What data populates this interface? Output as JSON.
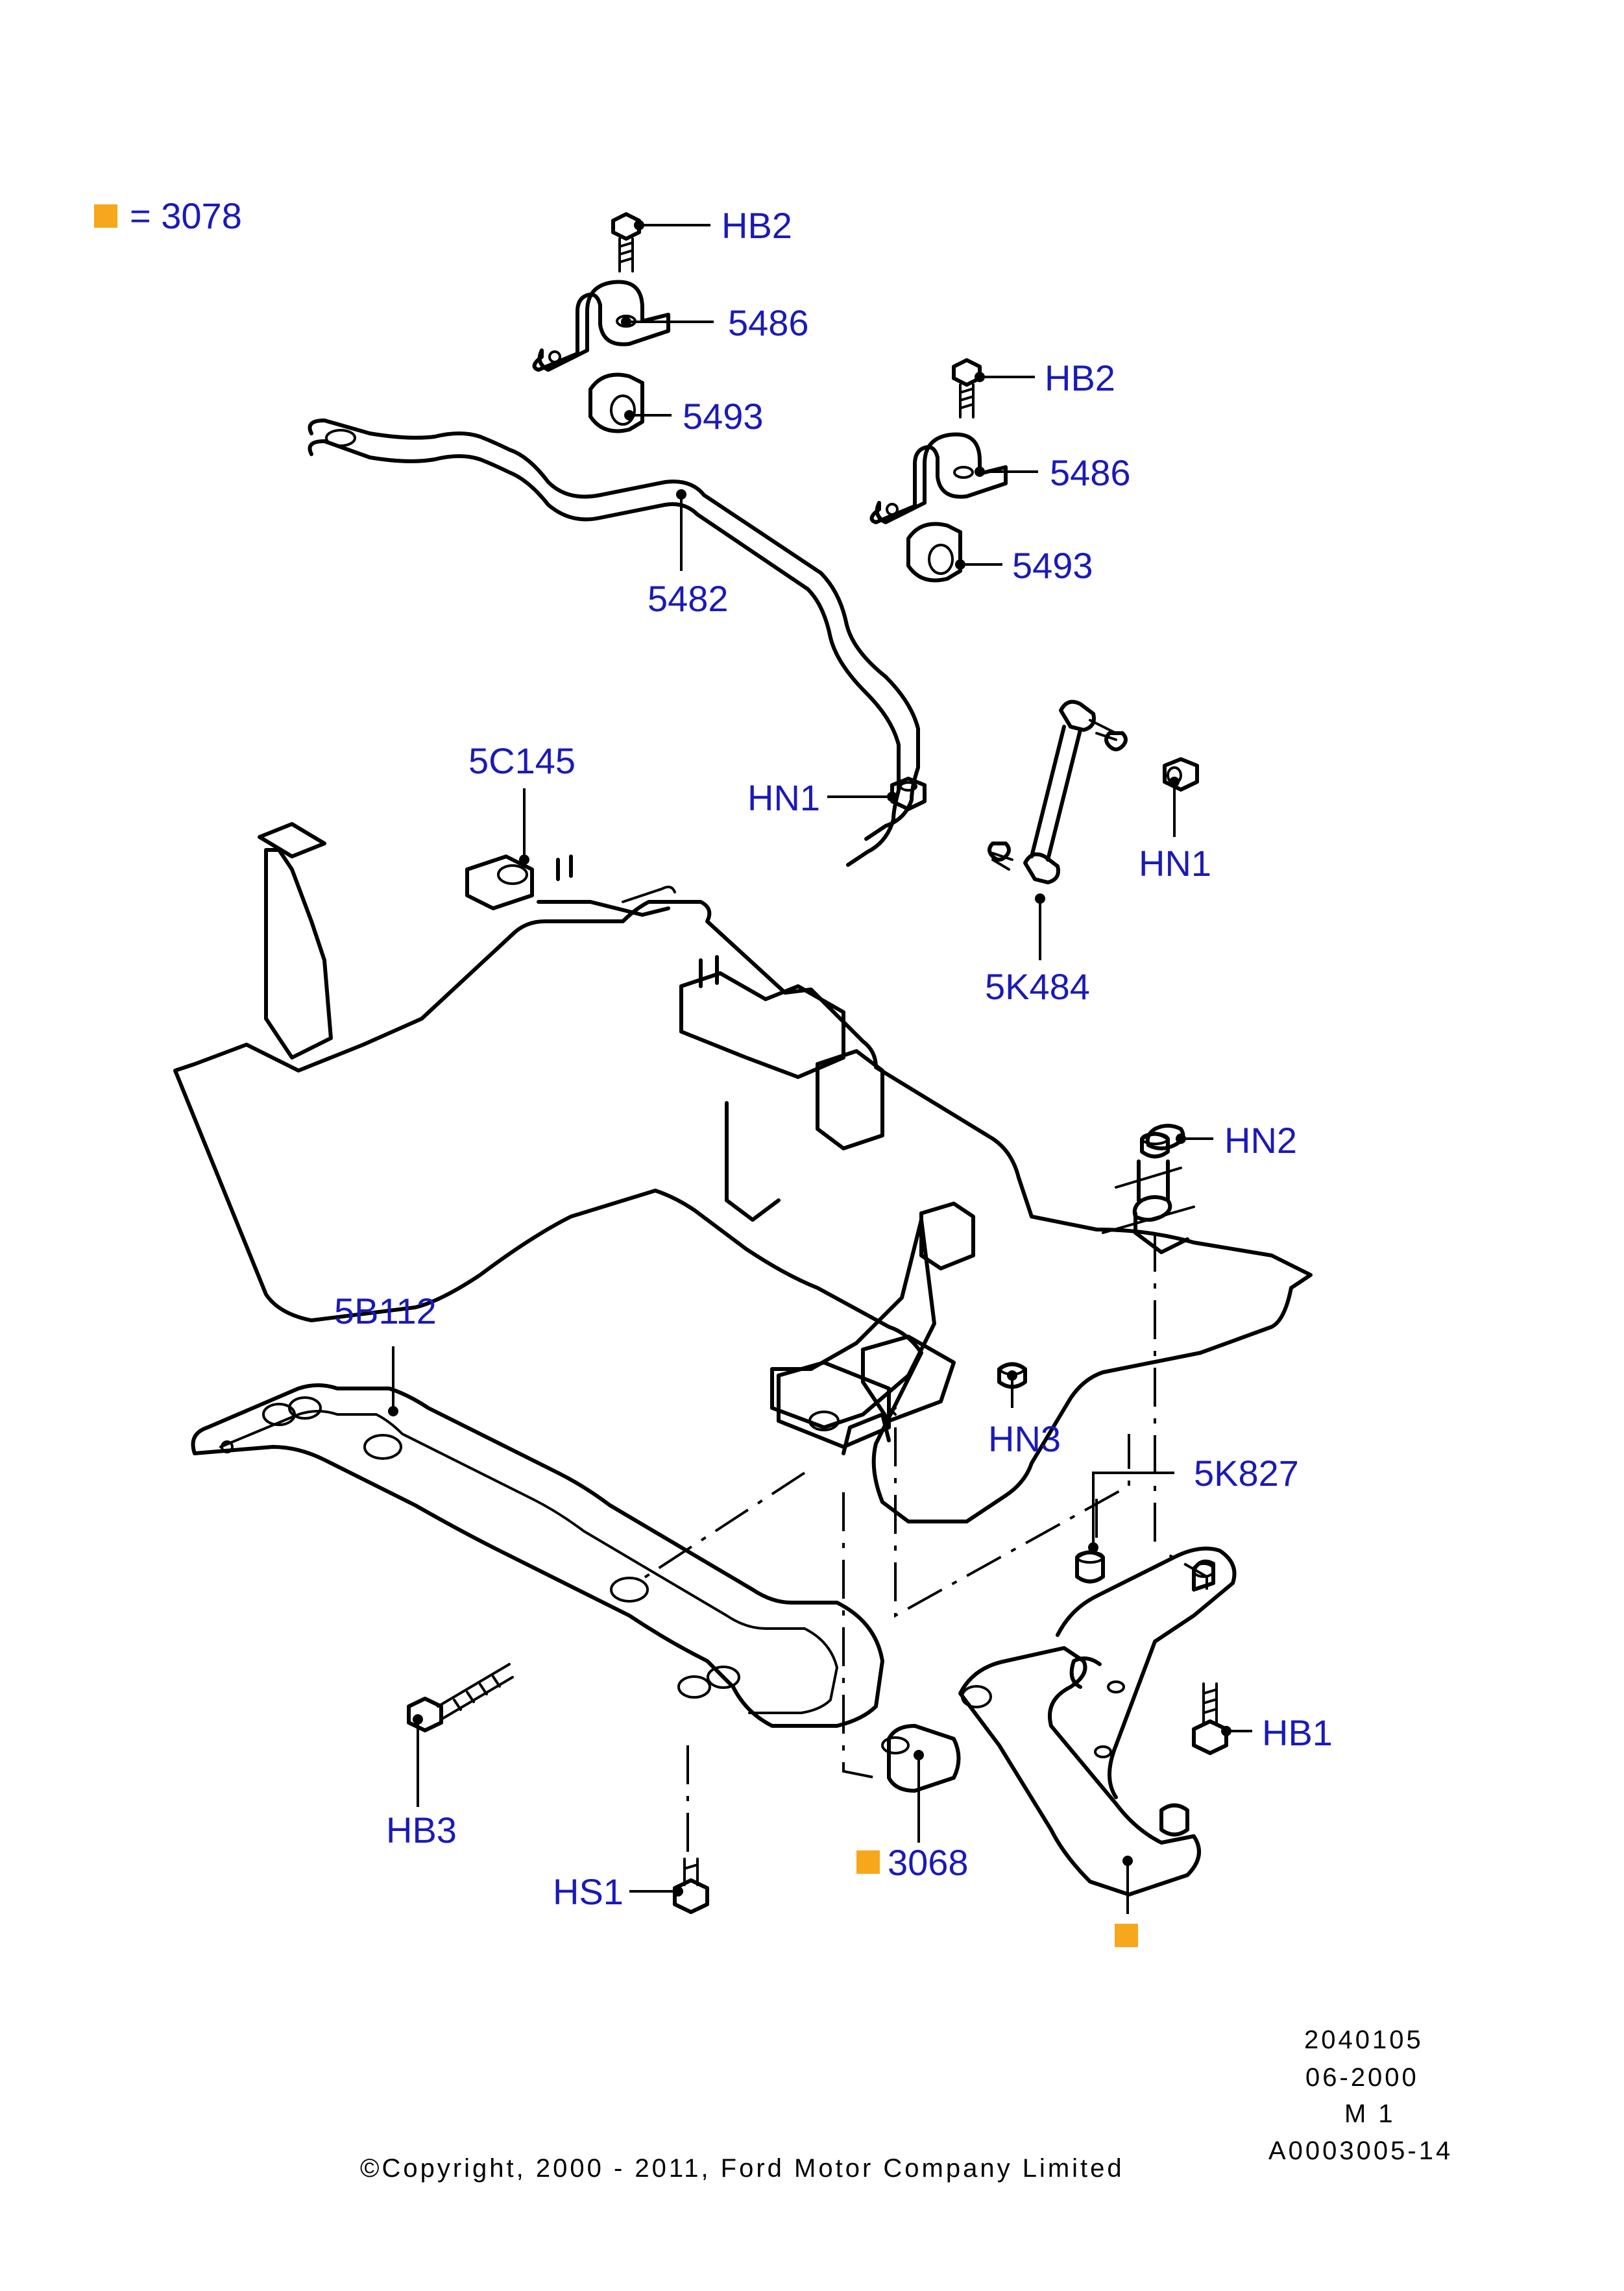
{
  "legend": {
    "equals": "= 3078",
    "marker_color": "#f7a71b"
  },
  "labels": {
    "hb2_a": "HB2",
    "p5486_a": "5486",
    "p5493_a": "5493",
    "hb2_b": "HB2",
    "p5486_b": "5486",
    "p5493_b": "5493",
    "p5482": "5482",
    "p5c145": "5C145",
    "hn1_a": "HN1",
    "hn1_b": "HN1",
    "p5k484": "5K484",
    "hn2": "HN2",
    "p5b112": "5B112",
    "hn3": "HN3",
    "p5k827": "5K827",
    "hb1": "HB1",
    "hb3": "HB3",
    "p3068": "3068",
    "hs1": "HS1"
  },
  "footer": {
    "line1": "2040105",
    "line2": "06-2000",
    "line3": "M 1",
    "line4": "A0003005-14",
    "copyright": "©Copyright, 2000 - 2011, Ford Motor Company Limited"
  },
  "label_color": "#1a1ab8"
}
